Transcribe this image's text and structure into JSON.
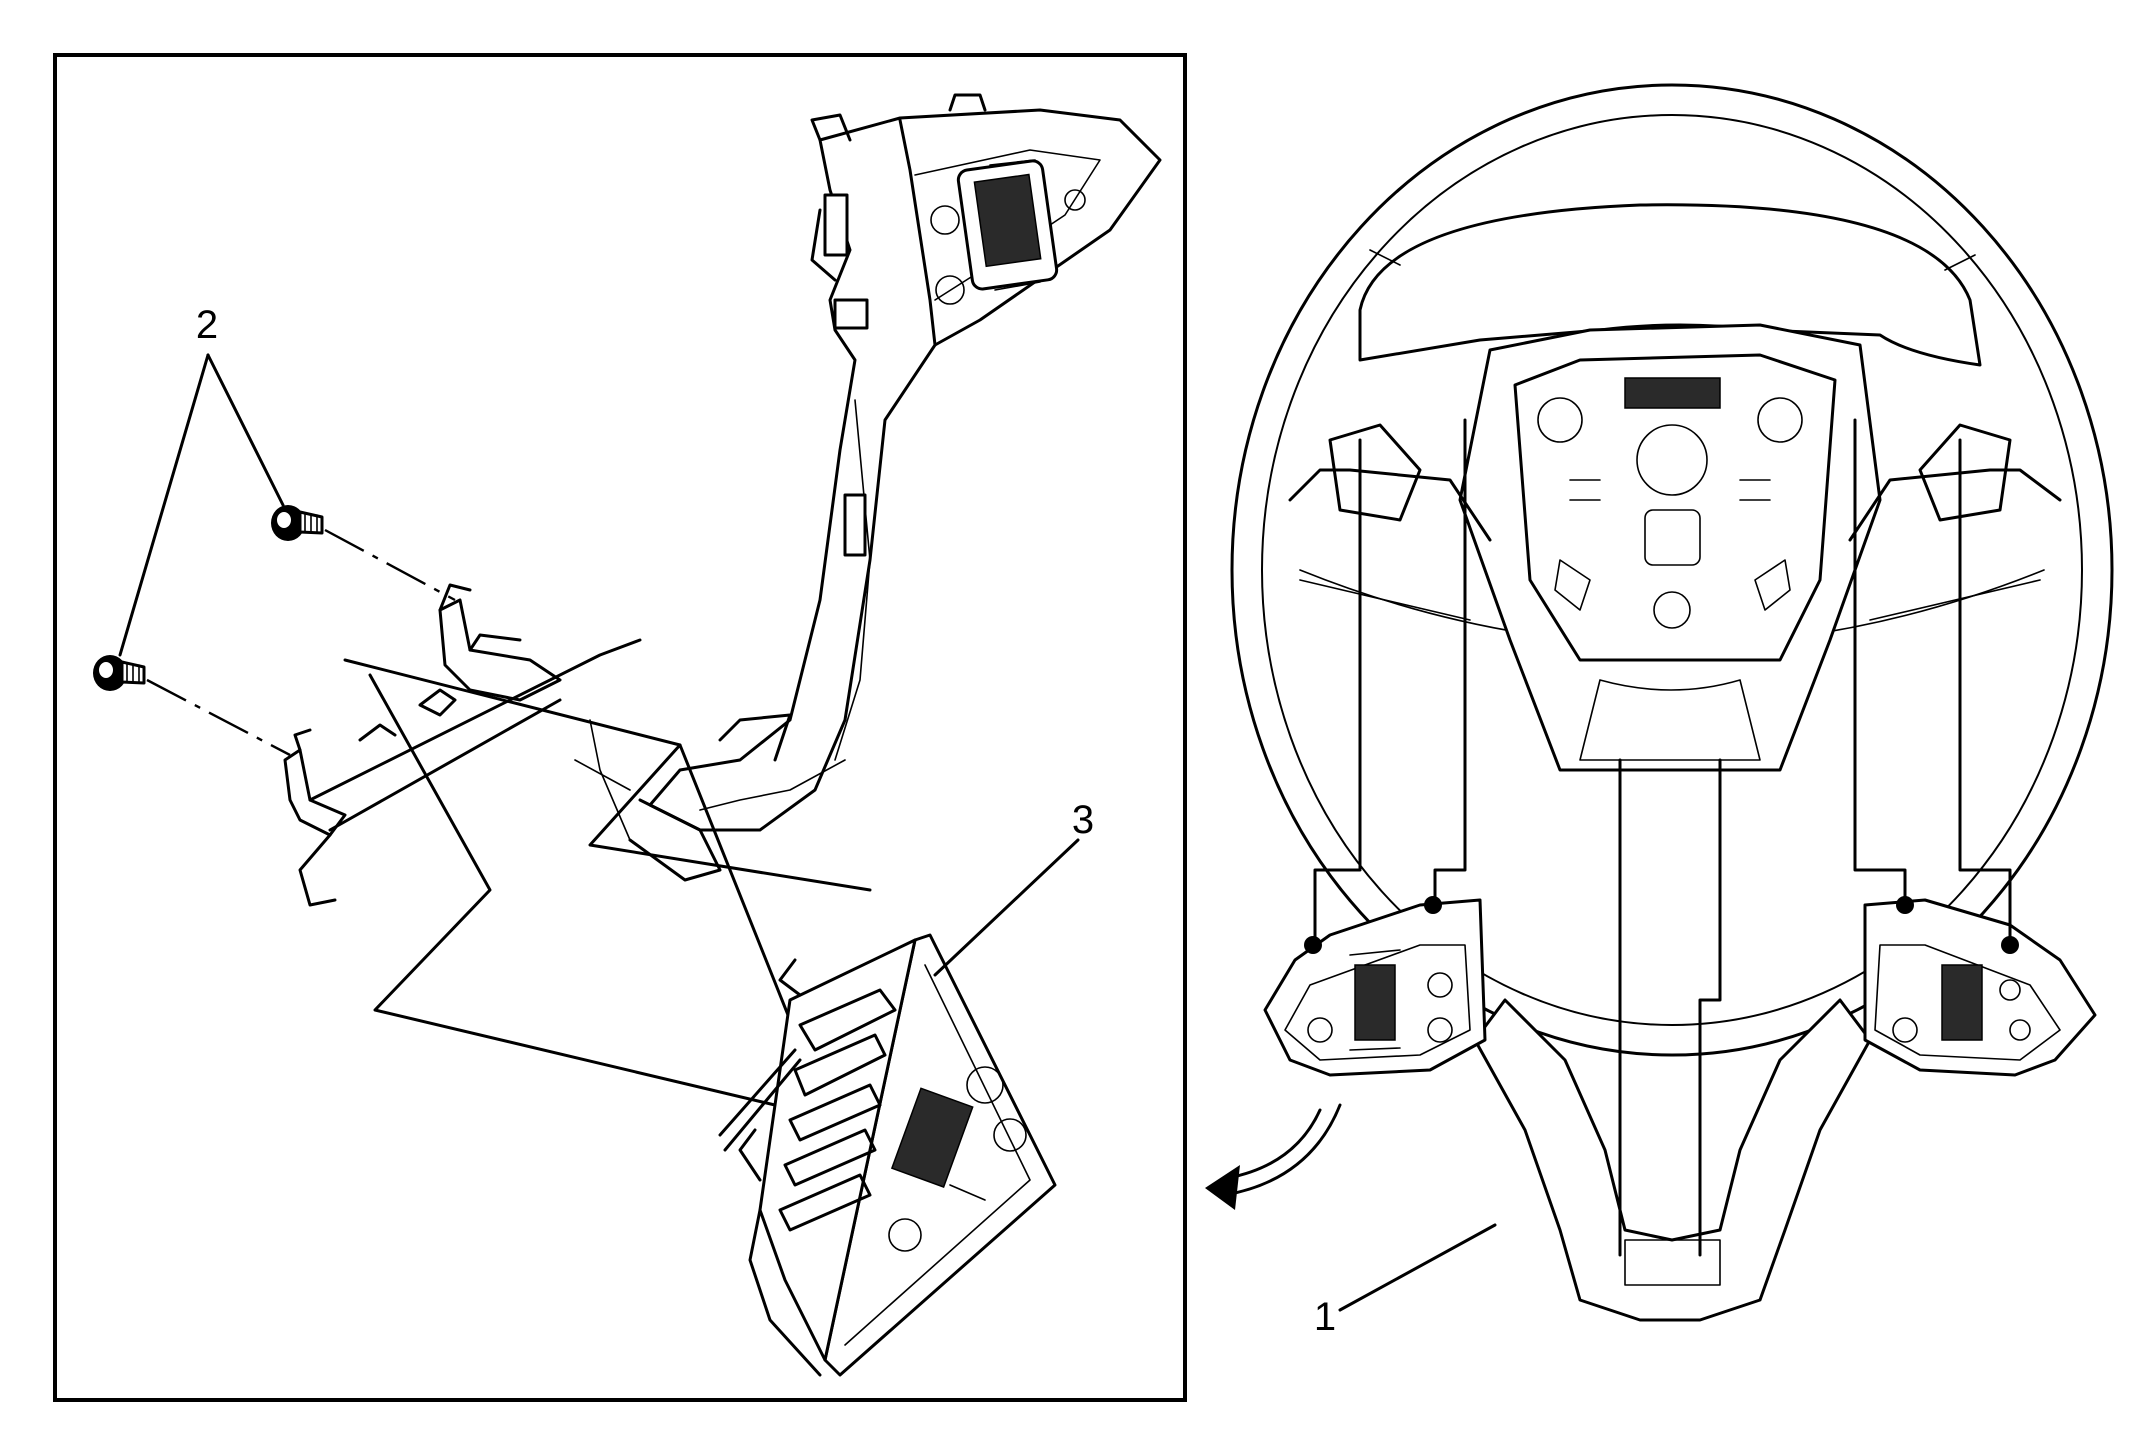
{
  "callouts": {
    "steering_wheel": "1",
    "bolts": "2",
    "switch_assembly": "3"
  }
}
